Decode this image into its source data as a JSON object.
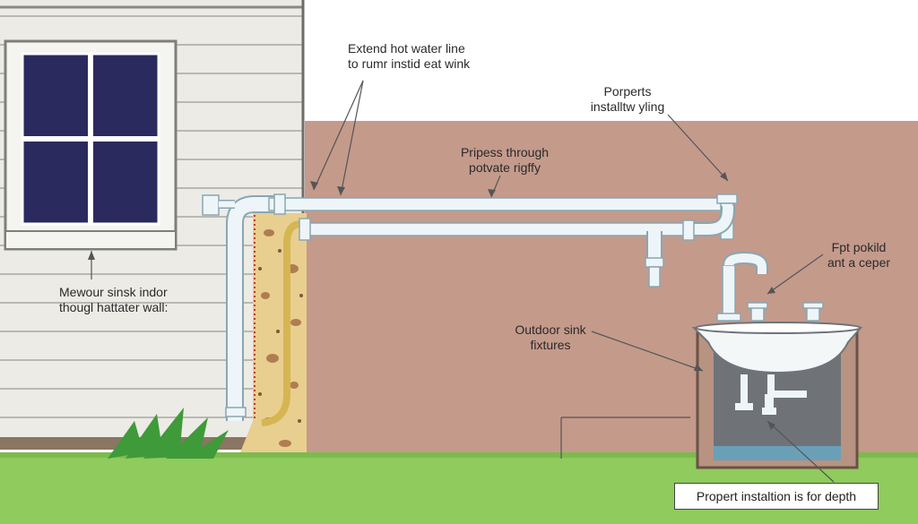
{
  "labels": {
    "hot_water_line": [
      "Extend hot water line",
      "to rumr instid eat wink"
    ],
    "porperts": [
      "Porperts",
      "installtw yling"
    ],
    "pripess": [
      "Pripess through",
      "potvate rigffy"
    ],
    "fpt_pokild": [
      "Fpt pokild",
      "ant a ceper"
    ],
    "inside_wall": [
      "Mewour sinsk indor",
      "thougl  hattater wall:"
    ],
    "outdoor_sink": [
      "Outdoor sink",
      "fixtures"
    ],
    "depth_caption": "Propert instaltion is for depth"
  },
  "colors": {
    "sky": "#ffffff",
    "wall": "#c49a8b",
    "siding": "#ecebe6",
    "window_glass": "#2b2a5e",
    "grass": "#8fcb5d",
    "pipe": "#eef5f8",
    "pipe_outline": "#8aa6b2",
    "insulation": "#e8cf8f",
    "gold_pipe": "#d6b653",
    "box": "#b89382",
    "water": "#6aa0b7"
  }
}
